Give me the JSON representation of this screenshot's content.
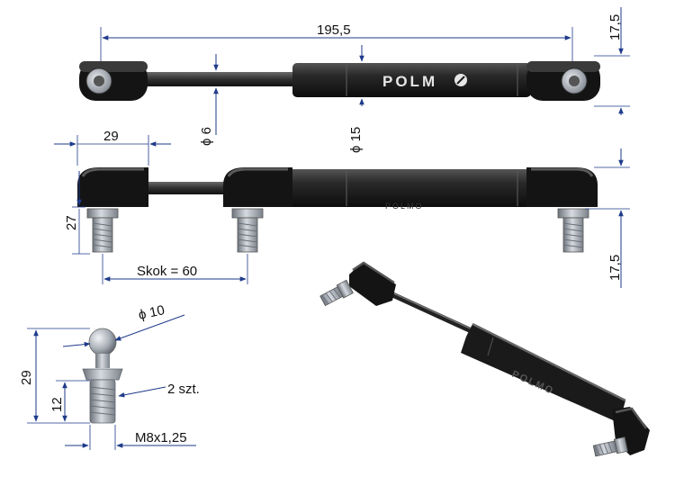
{
  "brand": {
    "name": "POLM",
    "ghost_label": "POLMO"
  },
  "dimensions": {
    "overall_length": "195,5",
    "eye_height": "17,5",
    "rod_diameter": "ϕ 6",
    "body_diameter": "ϕ 15",
    "end_fitting_length": "29",
    "stud_offset": "27",
    "stroke": "Skok = 60",
    "stud_height": "17,5",
    "ball_diameter": "ϕ 10",
    "ball_stud_height": "29",
    "thread_length": "12",
    "quantity": "2 szt.",
    "thread_size": "M8x1,25"
  },
  "colors": {
    "dimension_line": "#1e3a8a",
    "body": "#1c1c1c",
    "metal": "#a7adb6"
  }
}
